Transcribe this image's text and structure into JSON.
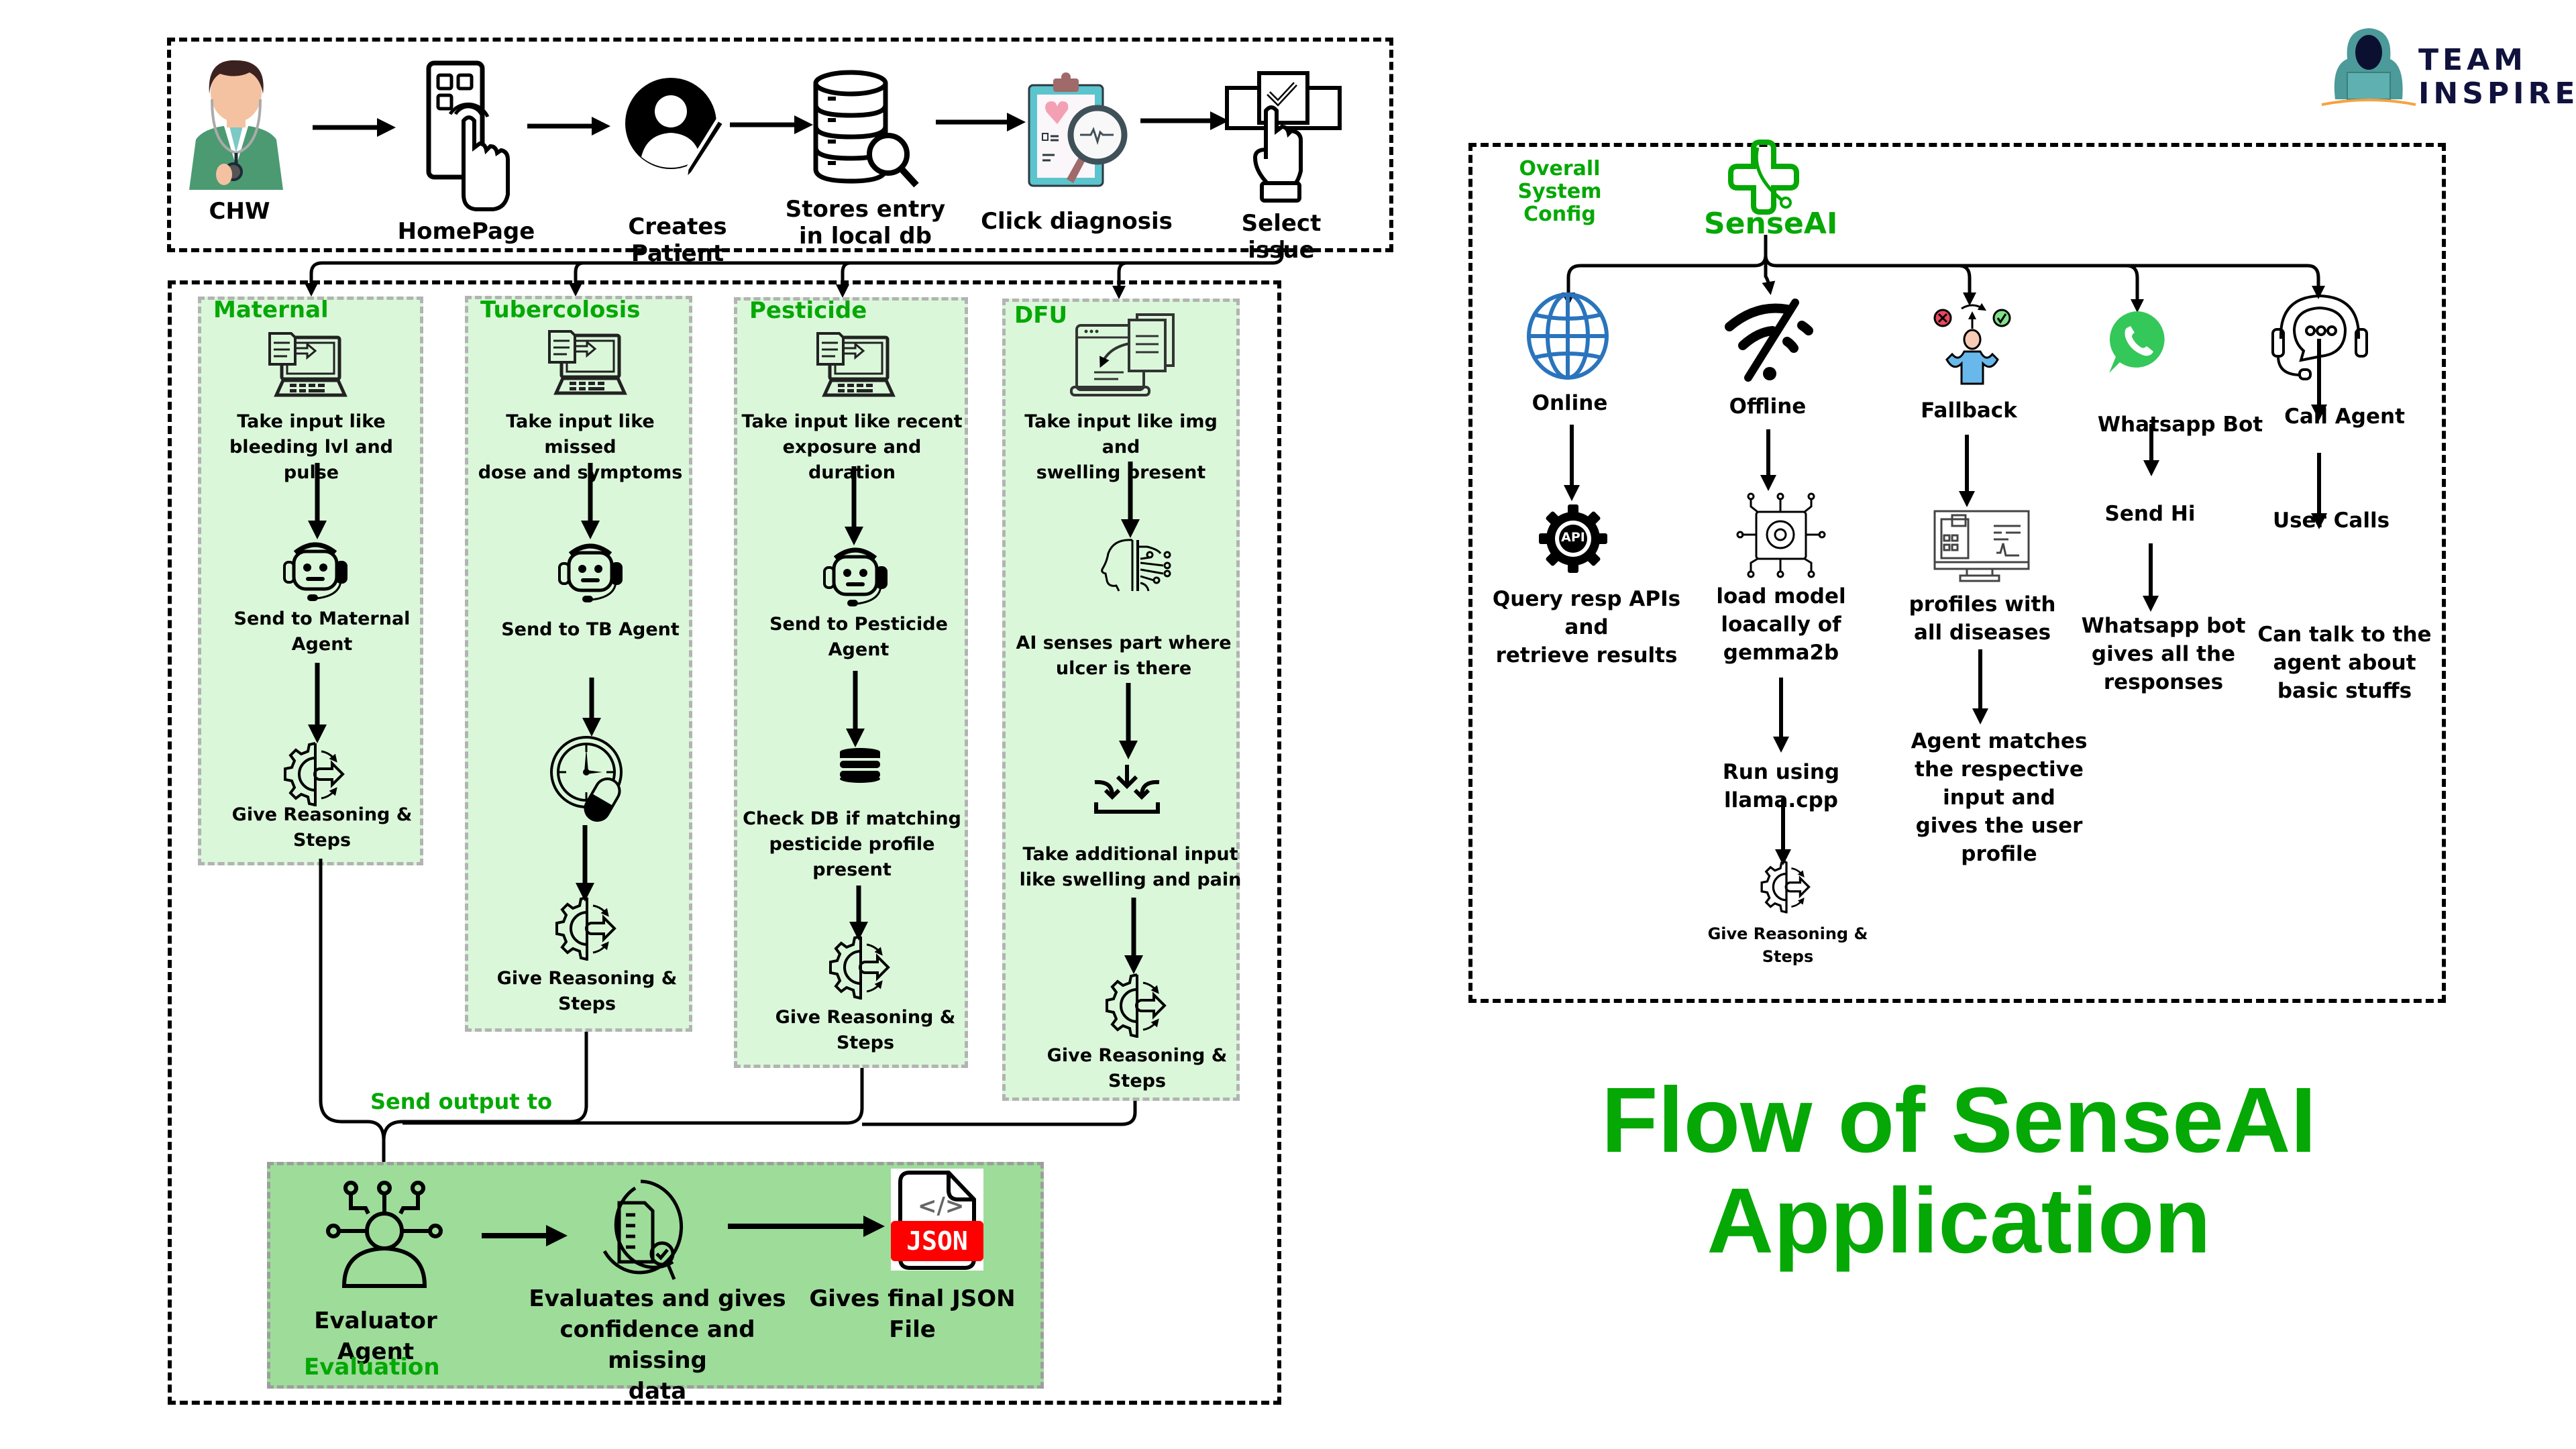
{
  "brand": {
    "team_logo_text": "TEAM\nINSPIRE",
    "app_logo_text": "SenseAI",
    "title": "Flow of SenseAI\nApplication",
    "accent_color": "#05a805",
    "panel_color": "#dbf7da",
    "evaluation_color": "#9edc9a"
  },
  "top_flow": {
    "steps": [
      {
        "label": "CHW",
        "icon": "health-worker-icon"
      },
      {
        "label": "HomePage",
        "icon": "tap-phone-icon"
      },
      {
        "label": "Creates Patient",
        "icon": "user-edit-icon"
      },
      {
        "label": "Stores entry\nin local db",
        "icon": "database-search-icon"
      },
      {
        "label": "Click diagnosis",
        "icon": "clipboard-diagnosis-icon"
      },
      {
        "label": "Select issue",
        "icon": "select-option-icon"
      }
    ]
  },
  "issues": [
    {
      "title": "Maternal",
      "steps": [
        {
          "label": "Take input like\nbleeding lvl and pulse",
          "icon": "laptop-input-icon"
        },
        {
          "label": "Send to Maternal\nAgent",
          "icon": "robot-agent-icon"
        },
        {
          "label": "Give Reasoning &\nSteps",
          "icon": "gear-process-icon"
        }
      ]
    },
    {
      "title": "Tubercolosis",
      "steps": [
        {
          "label": "Take input like missed\ndose and symptoms",
          "icon": "laptop-input-icon"
        },
        {
          "label": "Send to TB Agent",
          "icon": "robot-agent-icon"
        },
        {
          "label": "",
          "icon": "clock-pill-icon"
        },
        {
          "label": "Give Reasoning &\nSteps",
          "icon": "gear-process-icon"
        }
      ]
    },
    {
      "title": "Pesticide",
      "steps": [
        {
          "label": "Take input like recent\nexposure and duration",
          "icon": "laptop-input-icon"
        },
        {
          "label": "Send to Pesticide\nAgent",
          "icon": "robot-agent-icon"
        },
        {
          "label": "Check DB if matching\npesticide profile\npresent",
          "icon": "database-icon"
        },
        {
          "label": "Give Reasoning &\nSteps",
          "icon": "gear-process-icon"
        }
      ]
    },
    {
      "title": "DFU",
      "steps": [
        {
          "label": "Take input like img and\nswelling present",
          "icon": "image-upload-icon"
        },
        {
          "label": "AI senses part where\nulcer is there",
          "icon": "ai-head-icon"
        },
        {
          "label": "Take additional input\nlike swelling and pain",
          "icon": "merge-input-icon"
        },
        {
          "label": "Give Reasoning &\nSteps",
          "icon": "gear-process-icon"
        }
      ]
    }
  ],
  "connector_label": "Send output to",
  "evaluation": {
    "title": "Evaluation",
    "steps": [
      {
        "label": "Evaluator Agent",
        "icon": "evaluator-agent-icon"
      },
      {
        "label": "Evaluates and gives\nconfidence and missing\ndata",
        "icon": "document-review-icon"
      },
      {
        "label": "Gives final JSON\nFile",
        "icon": "json-file-icon"
      }
    ],
    "json_badge": "JSON",
    "code_glyph": "</>"
  },
  "system_config": {
    "title": "Overall System\nConfig",
    "modes": [
      {
        "label": "Online",
        "icon": "globe-icon",
        "steps": [
          "Query resp APIs and\nretrieve results"
        ]
      },
      {
        "label": "Offline",
        "icon": "wifi-off-icon",
        "steps": [
          "load model\nloacally of\ngemma2b",
          "Run using llama.cpp",
          "Give Reasoning &\nSteps"
        ]
      },
      {
        "label": "Fallback",
        "icon": "decision-person-icon",
        "steps": [
          "profiles with\nall diseases",
          "Agent matches\nthe respective\ninput and\ngives the user\nprofile"
        ]
      },
      {
        "label": "Whatsapp Bot",
        "icon": "whatsapp-icon",
        "steps": [
          "Send Hi",
          "Whatsapp bot\ngives all the\nresponses"
        ]
      },
      {
        "label": "Call Agent",
        "icon": "call-agent-icon",
        "steps": [
          "User Calls",
          "Can talk to the\nagent about\nbasic stuffs"
        ]
      }
    ],
    "api_badge": "API"
  }
}
